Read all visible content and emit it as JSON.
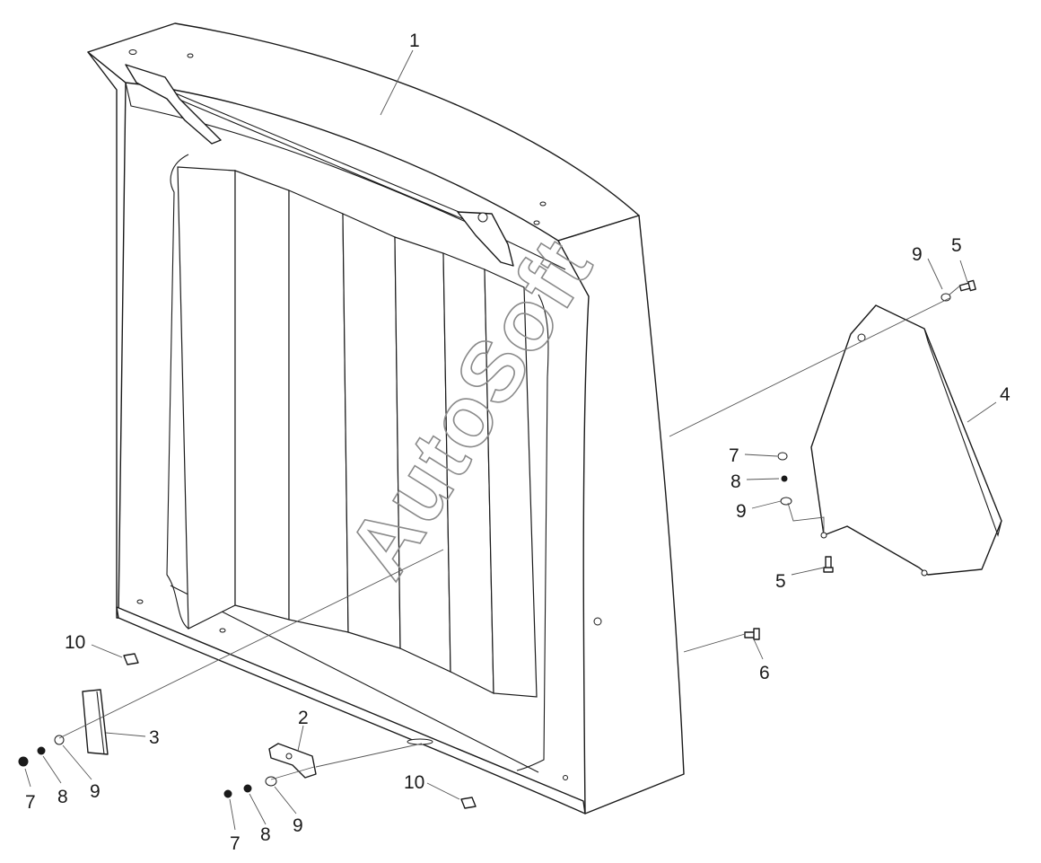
{
  "watermark": "AutoSoft",
  "callouts": {
    "c1": "1",
    "c2": "2",
    "c3": "3",
    "c4": "4",
    "c5a": "5",
    "c5b": "5",
    "c6": "6",
    "c7a": "7",
    "c7b": "7",
    "c7c": "7",
    "c8a": "8",
    "c8b": "8",
    "c8c": "8",
    "c9a": "9",
    "c9b": "9",
    "c9c": "9",
    "c9d": "9",
    "c10a": "10",
    "c10b": "10"
  },
  "colors": {
    "line": "#1a1a1a",
    "leader": "#555555",
    "watermark": "#8a8a8a",
    "background": "#ffffff"
  }
}
